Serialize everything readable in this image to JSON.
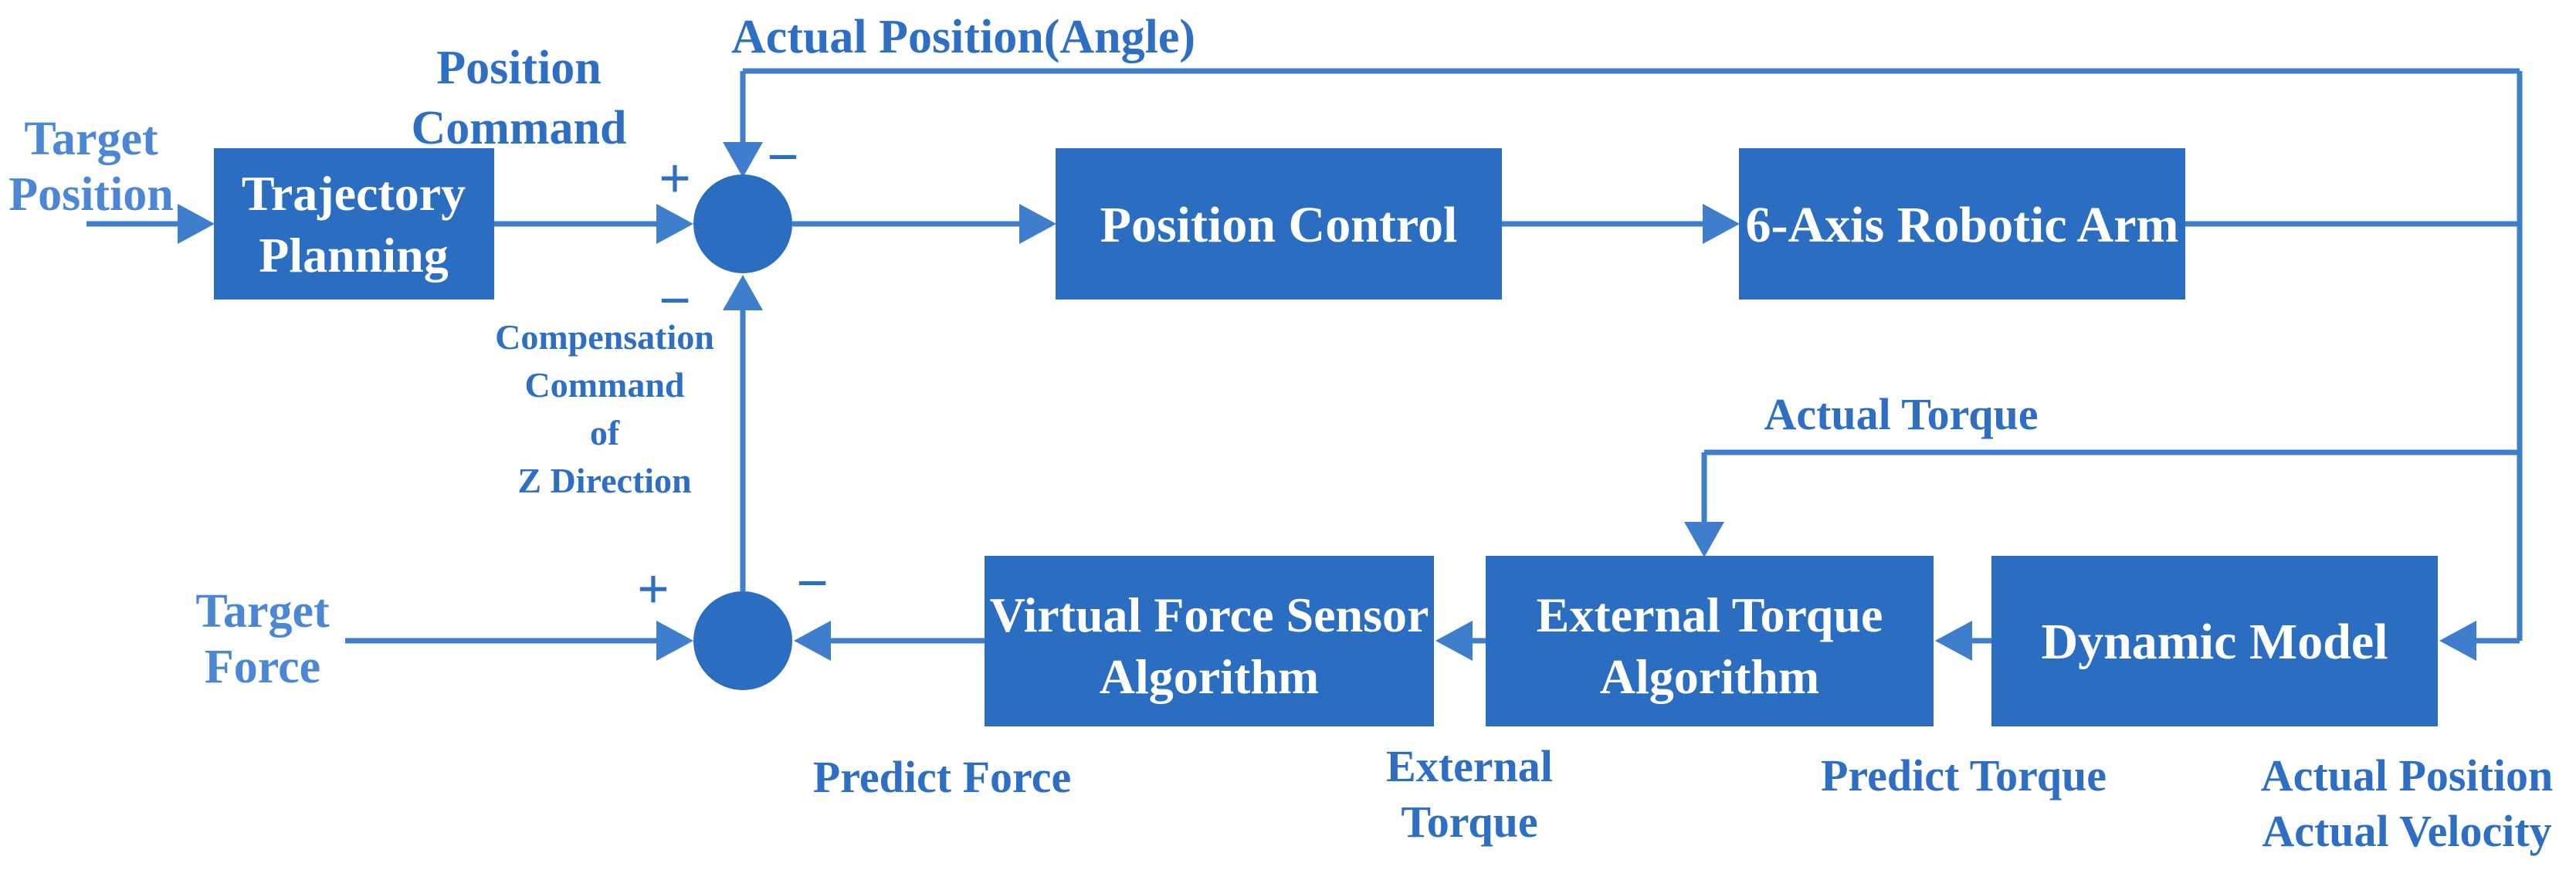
{
  "colors": {
    "box_fill": "#2b6dc1",
    "line": "#3e7ecc",
    "label": "#2e6fc4",
    "label_light": "#4b87d5",
    "box_text": "#ffffff",
    "background": "#ffffff"
  },
  "boxes": {
    "trajectory_planning": {
      "line1": "Trajectory",
      "line2": "Planning"
    },
    "position_control": {
      "label": "Position Control"
    },
    "robotic_arm": {
      "label": "6-Axis Robotic Arm"
    },
    "virtual_force_sensor": {
      "line1": "Virtual Force Sensor",
      "line2": "Algorithm"
    },
    "external_torque_algorithm": {
      "line1": "External Torque",
      "line2": "Algorithm"
    },
    "dynamic_model": {
      "label": "Dynamic Model"
    }
  },
  "signals": {
    "target_position": {
      "line1": "Target",
      "line2": "Position"
    },
    "position_command": {
      "line1": "Position",
      "line2": "Command"
    },
    "actual_position_angle": "Actual Position(Angle)",
    "compensation_command": {
      "line1": "Compensation",
      "line2": "Command",
      "line3": "of",
      "line4": "Z Direction"
    },
    "actual_torque": "Actual Torque",
    "target_force": {
      "line1": "Target",
      "line2": "Force"
    },
    "predict_force": "Predict Force",
    "external_torque": {
      "line1": "External",
      "line2": "Torque"
    },
    "predict_torque": "Predict Torque",
    "actual_position": "Actual Position",
    "actual_velocity": "Actual Velocity"
  },
  "operators": {
    "sum1_plus": "+",
    "sum1_minus_feedback": "−",
    "sum1_minus_compensation": "−",
    "sum2_plus": "+",
    "sum2_minus": "−"
  }
}
